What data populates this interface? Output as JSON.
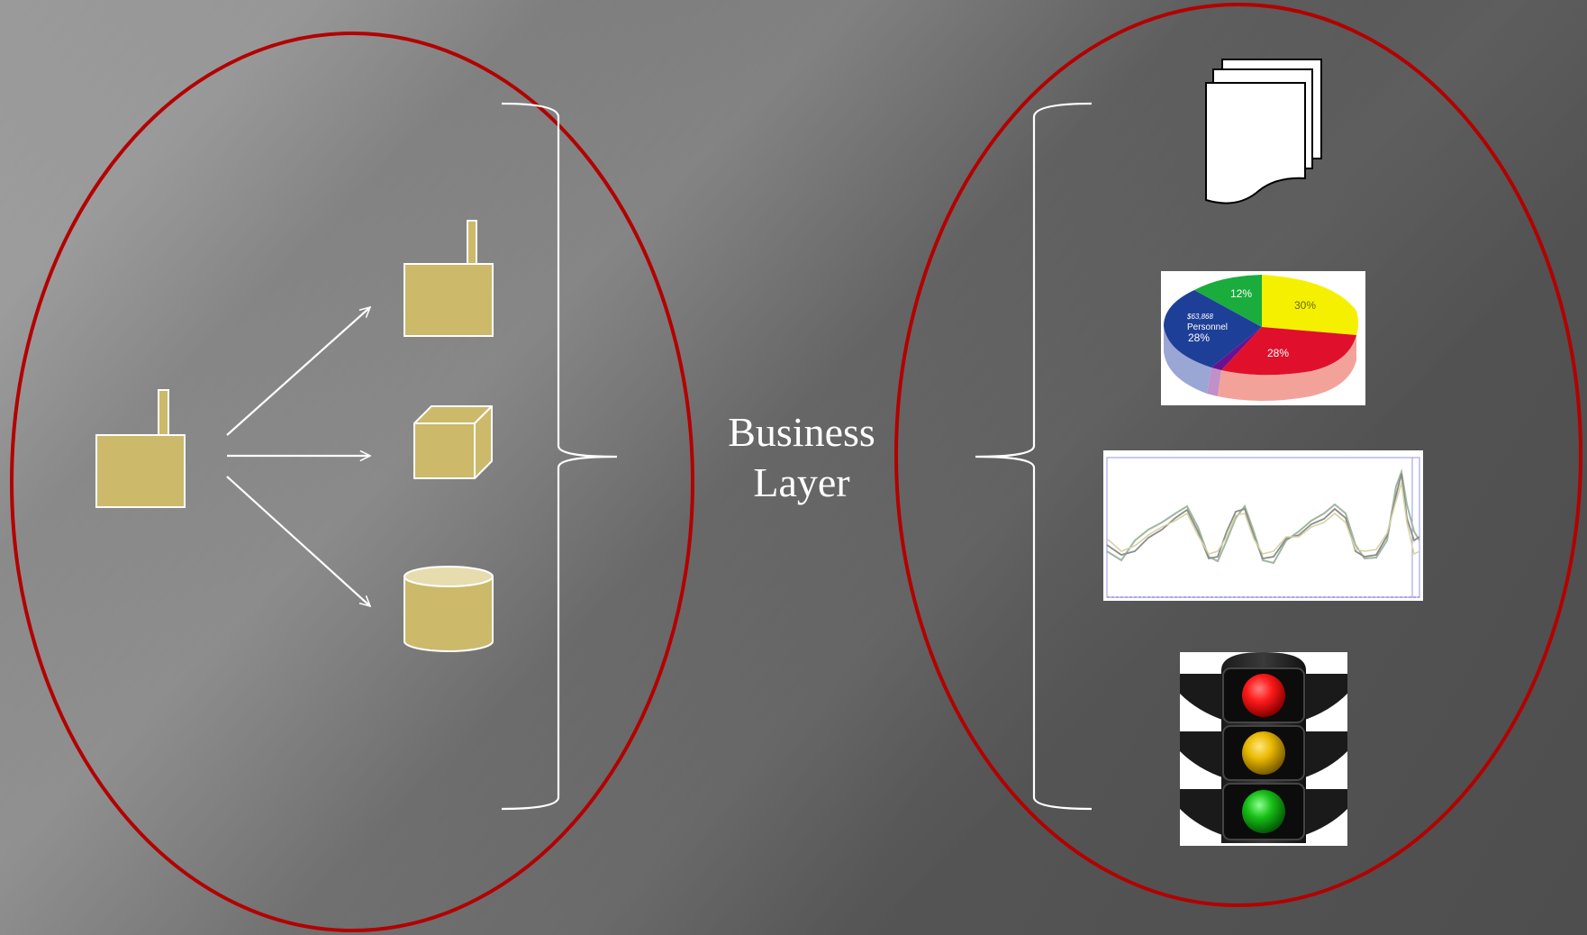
{
  "center_label": {
    "line1": "Business",
    "line2": "Layer"
  },
  "pie_icon": {
    "green_slice_label": "12%",
    "yellow_slice_label": "30%",
    "red_slice_label": "28%",
    "blue_slice_value": "$63,868",
    "blue_slice_name": "Personnel",
    "blue_slice_label": "28%"
  },
  "colors": {
    "ellipse_outline": "#b30000",
    "shape_fill": "#ccb96a",
    "bracket_and_arrow": "#ffffff",
    "pie_green": "#1aac3c",
    "pie_yellow": "#f5f000",
    "pie_red": "#e0102c",
    "pie_blue": "#1e3f98",
    "light_red": "#ff2020",
    "light_amber": "#e8b800",
    "light_green": "#18c018"
  },
  "icons": [
    "source-system-icon",
    "system-icon",
    "cube-icon",
    "database-icon",
    "documents-icon",
    "pie-chart-icon",
    "line-chart-icon",
    "traffic-light-icon"
  ]
}
